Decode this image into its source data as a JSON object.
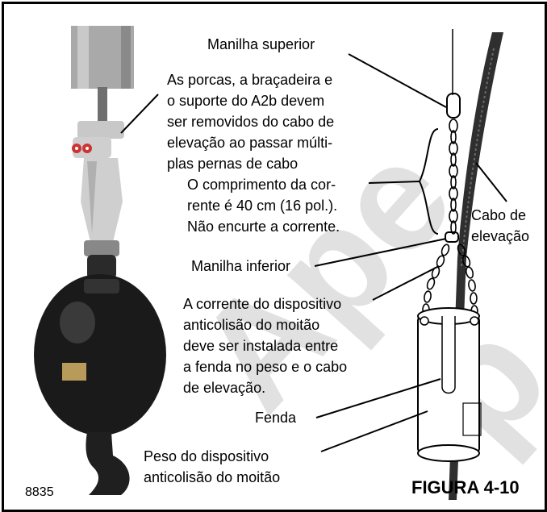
{
  "labels": {
    "upper_shackle": "Manilha superior",
    "removal_note": "As porcas, a braçadeira e\no suporte do A2b devem\nser removidos do cabo de\nelevação ao passar múlti-\nplas pernas de cabo",
    "chain_length": "O comprimento da cor-\nrente é 40 cm (16 pol.).\nNão encurte a corrente.",
    "hoist_cable": "Cabo de\nelevação",
    "lower_shackle": "Manilha inferior",
    "chain_install": "A corrente do dispositivo\nanticolisão do moitão\ndeve ser instalada entre\na fenda no peso e o cabo\nde elevação.",
    "slot": "Fenda",
    "weight": "Peso do dispositivo\nanticolisão do moitão"
  },
  "figure_label": "FIGURA 4-10",
  "image_code": "8835",
  "watermark_text": "Apenas para referência",
  "colors": {
    "border": "#000000",
    "watermark": "#d9d9d9",
    "ball": "#1a1a1a",
    "metal": "#b8b8b8",
    "rope": "#3a3a3a"
  }
}
